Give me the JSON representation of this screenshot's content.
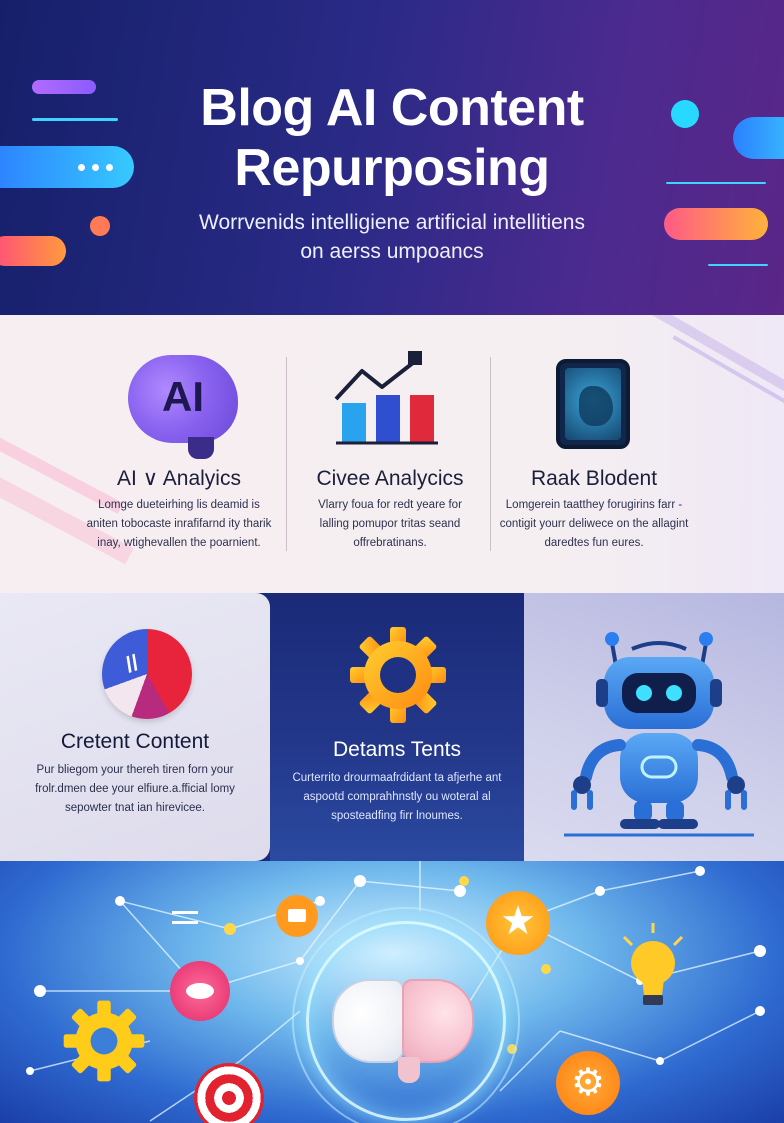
{
  "hero": {
    "title_line1": "Blog AI Content",
    "title_line2": "Repurposing",
    "subtitle_line1": "Worrvenids intelligiene artificial intellitiens",
    "subtitle_line2": "on aerss umpoancs"
  },
  "features": [
    {
      "icon_text": "AI",
      "title": "AI ∨ Analyics",
      "text_lines": [
        "Lomge dueteirhing lis deamid is",
        "aniten tobocaste inrafifarnd ity tharik",
        "inay, wtighevallen the poarnient."
      ]
    },
    {
      "title": "Civee Analycics",
      "text_lines": [
        "Vlarry foua for redt yeare for",
        "lalling pomupor tritas seand",
        "offrebratinans."
      ]
    },
    {
      "title": "Raak Blodent",
      "text_lines": [
        "Lomgerein taatthey forugirins farr -",
        "contigit yourr deliwece on the allagint",
        "daredtes fun eures."
      ]
    }
  ],
  "mid": {
    "left": {
      "title": "Cretent Content",
      "text_lines": [
        "Pur bliegom your thereh tiren forn your",
        "frolr.dmen dee your elfiure.a.fficial lomy",
        "sepowter tnat ian hirevicee."
      ]
    },
    "center": {
      "title": "Detams Tents",
      "text_lines": [
        "Curterrito drourmaafrdidant ta afjerhe ant",
        "aspootd comprahhnstly ou woteral al",
        "sposteadfing firr lnoumes."
      ]
    }
  },
  "icons": {
    "brain": "ai-brain-icon",
    "chart": "bar-chart-icon",
    "device": "tablet-map-icon",
    "logo": "content-logo-icon",
    "gear": "gear-icon",
    "robot": "robot-icon",
    "network": "network-brain-icon"
  },
  "colors": {
    "hero_bg": "#2a2a86",
    "accent_cyan": "#28d9ff",
    "accent_orange": "#ff9a3d",
    "accent_pink": "#ff4d7a",
    "feature_bg": "#f6eef0",
    "gear_orange": "#ff9f1c",
    "robot_blue": "#3a8ee8"
  }
}
